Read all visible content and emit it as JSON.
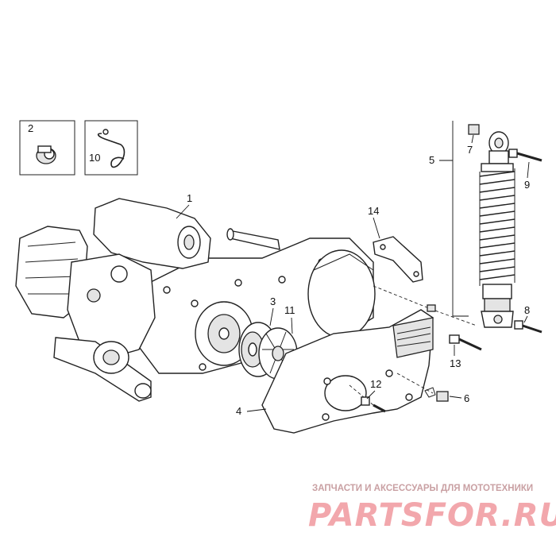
{
  "callouts": {
    "c1": "1",
    "c2": "2",
    "c3": "3",
    "c4": "4",
    "c5": "5",
    "c6": "6",
    "c7": "7",
    "c8": "8",
    "c9": "9",
    "c10": "10",
    "c11": "11",
    "c12": "12",
    "c13": "13",
    "c14": "14"
  },
  "watermark": {
    "tagline": "ЗАПЧАСТИ И АКСЕССУАРЫ ДЛЯ МОТОТЕХНИКИ",
    "brand": "PARTSFOR.RU",
    "color": "#f2a7ac"
  }
}
